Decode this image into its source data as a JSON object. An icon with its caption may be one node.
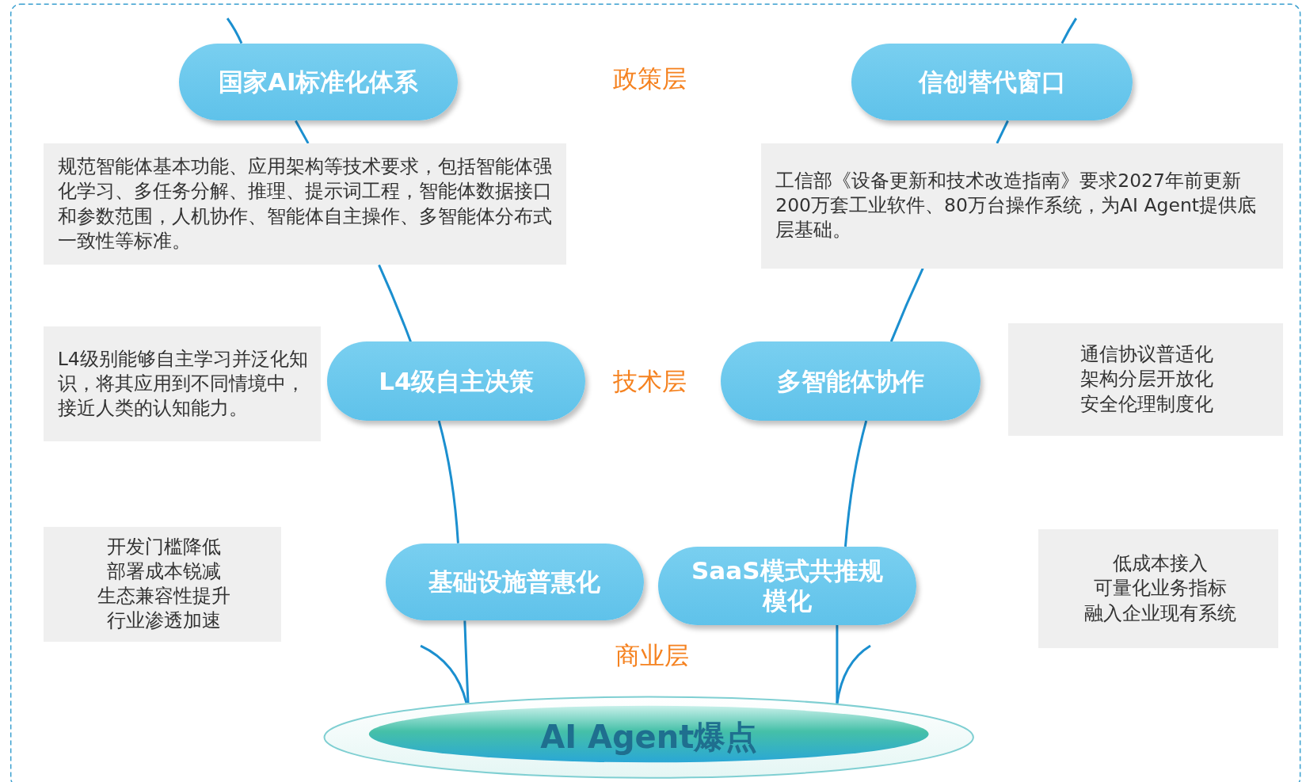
{
  "diagram": {
    "nodes": [
      {
        "text": [
          "国家AI标准化体系"
        ]
      },
      {
        "text": [
          "规范智能体基本功能、应用架构等技术要求，包括智能体强化学习、多任务分解、推理、提示词工程，智能体数据接口和参数范围，人机协作、智能体自主操作、多智能体分布式一致性等标准。"
        ]
      },
      {
        "text": [
          "信创替代窗口"
        ]
      },
      {
        "text": [
          "工信部《设备更新和技术改造指南》要求2027年前更新200万套工业软件、80万台操作系统，为AI Agent提供底层基础。"
        ]
      },
      {
        "text": [
          "L4级别能够自主学习并泛化知识，将其应用到不同情境中，接近人类的认知能力。"
        ]
      },
      {
        "text": [
          "L4级自主决策"
        ]
      },
      {
        "text": [
          "多智能体协作"
        ]
      },
      {
        "text": [
          "通信协议普适化",
          "架构分层开放化",
          "安全伦理制度化"
        ]
      },
      {
        "text": [
          "开发门槛降低",
          "部署成本锐减",
          "生态兼容性提升",
          "行业渗透加速"
        ]
      },
      {
        "text": [
          "基础设施普惠化"
        ]
      },
      {
        "text": [
          "SaaS模式共推规模化"
        ]
      },
      {
        "text": [
          "低成本接入",
          "可量化业务指标",
          "融入企业现有系统"
        ]
      },
      {
        "text": [
          "AI Agent爆点"
        ]
      }
    ],
    "edges": [
      {
        "from": 0,
        "to": null,
        "arrow": "none"
      },
      {
        "from": 0,
        "to": 1,
        "arrow": "none"
      },
      {
        "from": 1,
        "to": 5,
        "arrow": "none"
      },
      {
        "from": 5,
        "to": 9,
        "arrow": "none"
      },
      {
        "from": 9,
        "to": 12,
        "arrow": "none"
      },
      {
        "from": null,
        "to": 12,
        "arrow": "none"
      },
      {
        "from": 2,
        "to": null,
        "arrow": "none"
      },
      {
        "from": 2,
        "to": 3,
        "arrow": "none"
      },
      {
        "from": 3,
        "to": 6,
        "arrow": "none"
      },
      {
        "from": 6,
        "to": 10,
        "arrow": "none"
      },
      {
        "from": 10,
        "to": 12,
        "arrow": "none"
      },
      {
        "from": null,
        "to": 12,
        "arrow": "none"
      }
    ],
    "labels": [
      "政策层",
      "技术层",
      "商业层"
    ]
  }
}
